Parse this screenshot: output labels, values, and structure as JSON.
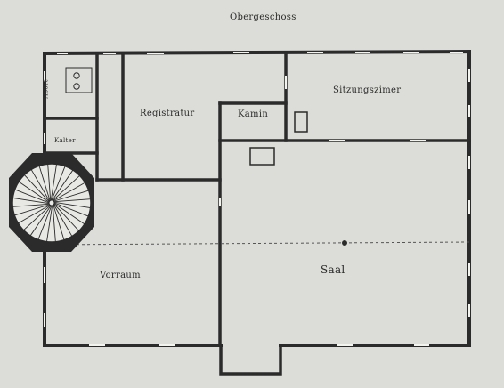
{
  "title": "Obergeschoss",
  "rooms": {
    "registratur": "Registratur",
    "kamin": "Kamin",
    "sitzungszimmer": "Sitzungszimer",
    "kalter": "Kalter",
    "vorraum": "Vorraum",
    "saal": "Saal",
    "abort": "Abort"
  },
  "colors": {
    "paper": "#dcdcd8",
    "wall": "#2b2b2b",
    "window": "#f3f3f0"
  }
}
